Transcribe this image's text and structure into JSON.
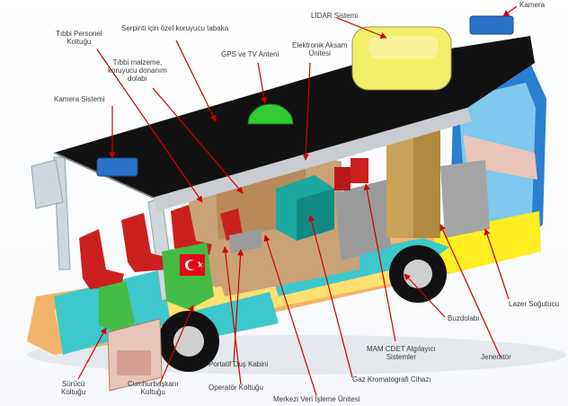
{
  "diagram": {
    "labels": {
      "kamera_top": "Kamera",
      "lidar": "LİDAR Sistemi",
      "tibbi_personel": "Tıbbi Personel\nKoltuğu",
      "serpinti": "Serpinti için özel koruyucu tabaka",
      "elektronik": "Elektronik Aksam\nÜnitesi",
      "gps": "GPS ve TV Anteni",
      "tibbi_malzeme": "Tıbbi malzeme,\nkoruyucu donanım\ndolabı",
      "kamera_sistemi": "Kamera Sistemi",
      "lazer": "Lazer Soğutucu",
      "buzdolabi": "Buzdolabı",
      "mam": "MAM CDET Algılayıcı\nSistemler",
      "jenerator": "Jeneratör",
      "portatif": "Portatif Duş Kabini",
      "gaz": "Gaz Kromatografi Cihazı",
      "surucu": "Sürücü\nKoltuğu",
      "cumhurbaskani": "Cumhurbaşkanı\nKoltuğu",
      "operator": "Operatör Koltuğu",
      "merkezi": "Merkezi Veri İşleme Ünitesi"
    },
    "colors": {
      "roof": "#111111",
      "lidar": "#f2ee6a",
      "gps_dome": "#33cc33",
      "camera": "#2a73c8",
      "cabinet": "#c9a277",
      "panel": "#3cc8cc",
      "seat_red": "#cc2020",
      "seat_green": "#44bb44",
      "leader_arrow": "#cc0000",
      "floor_yellow": "#ffee22"
    }
  }
}
